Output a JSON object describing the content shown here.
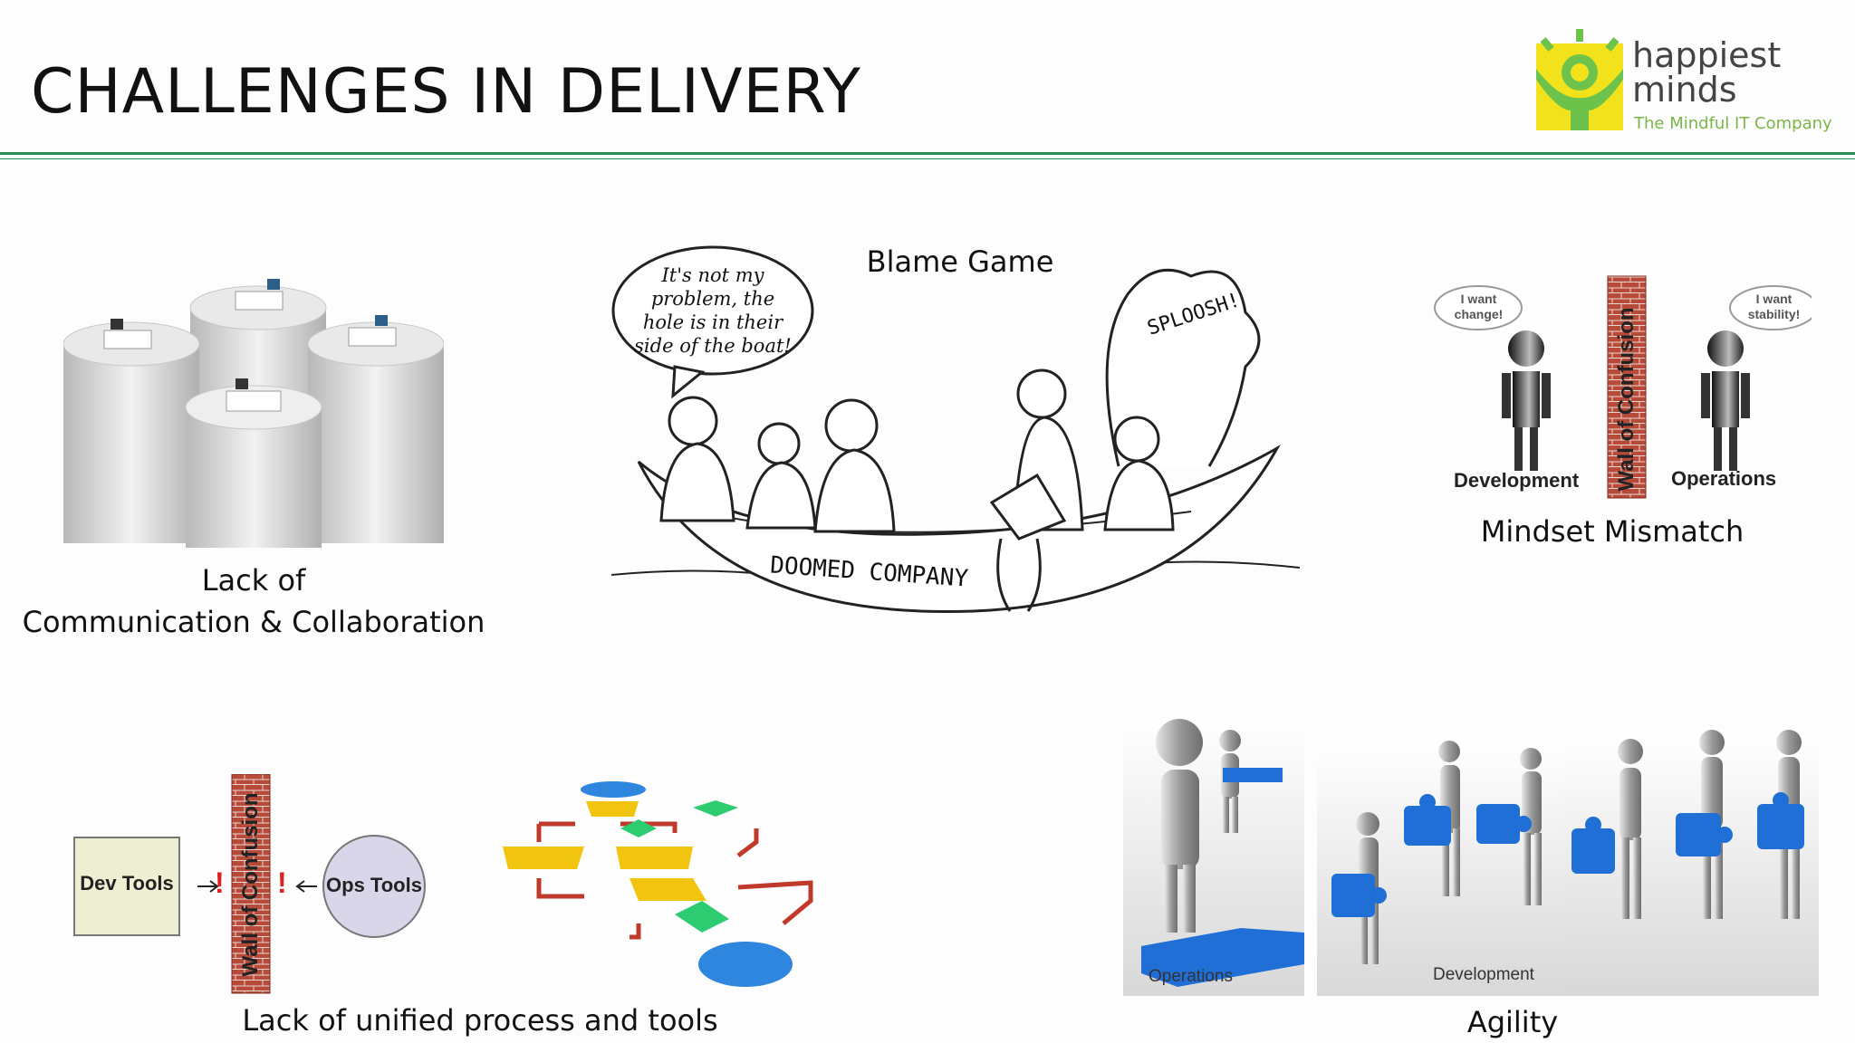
{
  "slide": {
    "title": "CHALLENGES IN DELIVERY",
    "accent_color": "#2e8b57"
  },
  "logo": {
    "line1": "happiest",
    "line2": "minds",
    "tagline": "The Mindful IT Company",
    "colors": {
      "yellow": "#f2e21b",
      "green": "#6cc24a"
    }
  },
  "panels": {
    "communication": {
      "caption_line1": "Lack of",
      "caption_line2": "Communication & Collaboration",
      "image": "isolated-office-silos"
    },
    "blame": {
      "caption": "Blame Game",
      "speech": "It's not my problem, the hole is in their side of the boat!",
      "sound": "SPLOOSH!",
      "boat_label": "DOOMED COMPANY"
    },
    "mindset": {
      "caption": "Mindset Mismatch",
      "wall_label": "Wall of Confusion",
      "left_bubble": "I want change!",
      "right_bubble": "I want stability!",
      "left_label": "Development",
      "right_label": "Operations"
    },
    "process": {
      "caption": "Lack of unified process and tools",
      "dev_tools": "Dev Tools",
      "ops_tools": "Ops Tools",
      "wall_label": "Wall of Confusion",
      "alert_mark": "!"
    },
    "agility": {
      "caption": "Agility",
      "label_ops": "Operations",
      "label_dev": "Development",
      "puzzle_color": "#1f6fd6"
    }
  }
}
